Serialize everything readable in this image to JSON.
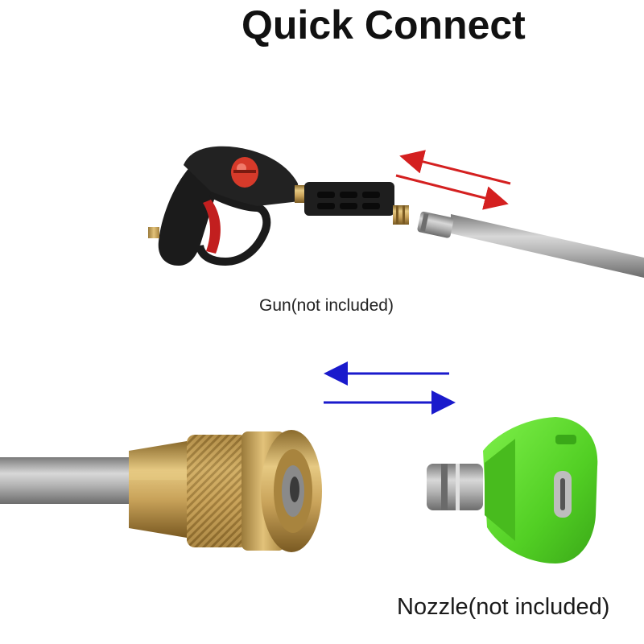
{
  "heading": "Quick Connect",
  "gun_caption": "Gun(not included)",
  "nozzle_caption": "Nozzle(not included)",
  "colors": {
    "red_arrow": "#d42020",
    "blue_arrow": "#1a1acc",
    "nozzle_green": "#5ad82a",
    "brass": "#c9a35a",
    "steel": "#a9a9a9"
  },
  "icons": {
    "gun": "spray-gun-icon",
    "wand": "lance-icon",
    "coupler": "brass-coupler-icon",
    "nozzle": "nozzle-tip-icon"
  }
}
